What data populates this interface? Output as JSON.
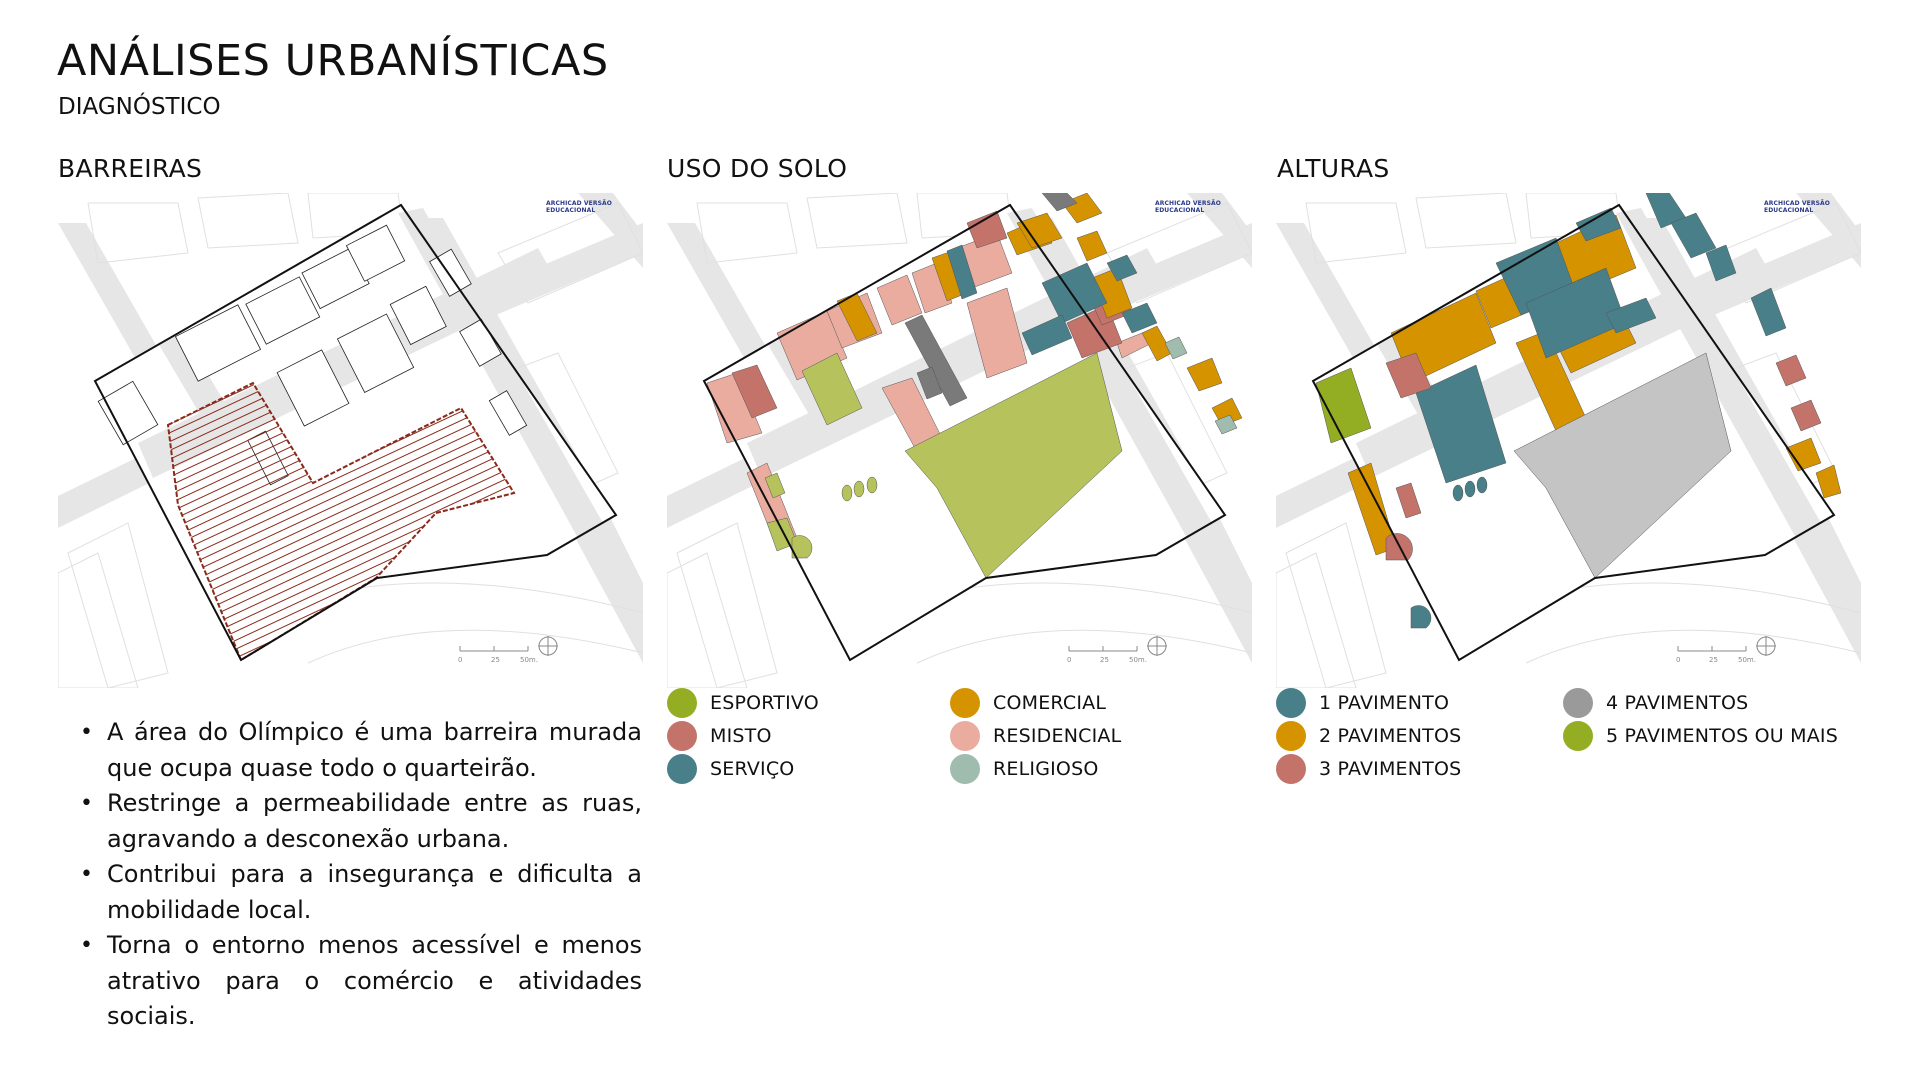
{
  "header": {
    "title": "ANÁLISES URBANÍSTICAS",
    "subtitle": "DIAGNÓSTICO"
  },
  "panels": [
    {
      "id": "barreiras",
      "heading": "BARREIRAS",
      "watermark": "ARCHICAD VERSÃO EDUCACIONAL",
      "scale_bar": {
        "labels": [
          "0",
          "25",
          "50m."
        ]
      },
      "hatch_color": "#8a2a1c"
    },
    {
      "id": "uso-do-solo",
      "heading": "USO DO SOLO",
      "watermark": "ARCHICAD VERSÃO EDUCACIONAL",
      "scale_bar": {
        "labels": [
          "0",
          "25",
          "50m."
        ]
      },
      "legend": [
        {
          "label": "ESPORTIVO",
          "color": "#93ae23"
        },
        {
          "label": "MISTO",
          "color": "#c4736a"
        },
        {
          "label": "SERVIÇO",
          "color": "#497f88"
        },
        {
          "label": "COMERCIAL",
          "color": "#d59300"
        },
        {
          "label": "RESIDENCIAL",
          "color": "#ebaca0"
        },
        {
          "label": "RELIGIOSO",
          "color": "#a0bcae"
        }
      ]
    },
    {
      "id": "alturas",
      "heading": "ALTURAS",
      "watermark": "ARCHICAD VERSÃO EDUCACIONAL",
      "scale_bar": {
        "labels": [
          "0",
          "25",
          "50m."
        ]
      },
      "legend": [
        {
          "label": "1 PAVIMENTO",
          "color": "#497f88"
        },
        {
          "label": "2 PAVIMENTOS",
          "color": "#d59300"
        },
        {
          "label": "3 PAVIMENTOS",
          "color": "#c4736a"
        },
        {
          "label": "4 PAVIMENTOS",
          "color": "#9a9a9a"
        },
        {
          "label": "5 PAVIMENTOS OU MAIS",
          "color": "#93ae23"
        }
      ]
    }
  ],
  "bullets": [
    "A área do Olímpico é uma barreira murada que ocupa quase todo o quarteirão.",
    "Restringe a permeabilidade entre as ruas, agravando a desconexão urbana.",
    "Contribui para a insegurança e dificulta a mobilidade local.",
    "Torna o entorno menos acessível e menos atrativo para o comércio e atividades sociais."
  ]
}
